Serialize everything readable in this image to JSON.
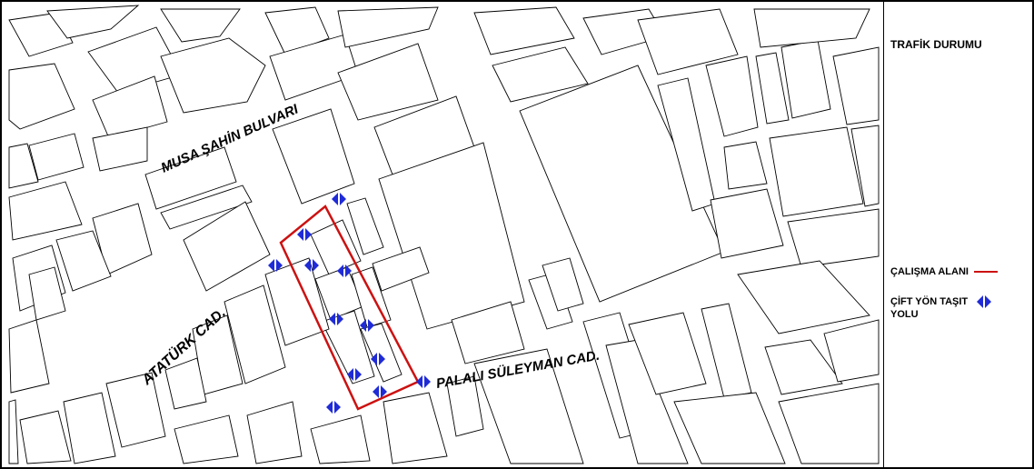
{
  "map": {
    "streets": {
      "boulevard": "MUSA ŞAHİN BULVARI",
      "ataturk": "ATATÜRK CAD.",
      "palali": "PALALI SÜLEYMAN CAD."
    },
    "colors": {
      "study_area": "#cc1111",
      "two_way_arrow": "#1f2bd6",
      "block_outline": "#000000"
    }
  },
  "legend": {
    "title": "TRAFİK DURUMU",
    "study_area_label": "ÇALIŞMA ALANI",
    "two_way_label_line1": "ÇİFT YÖN TAŞIT",
    "two_way_label_line2": "YOLU",
    "two_way_icon": "two-way-arrow-icon"
  }
}
